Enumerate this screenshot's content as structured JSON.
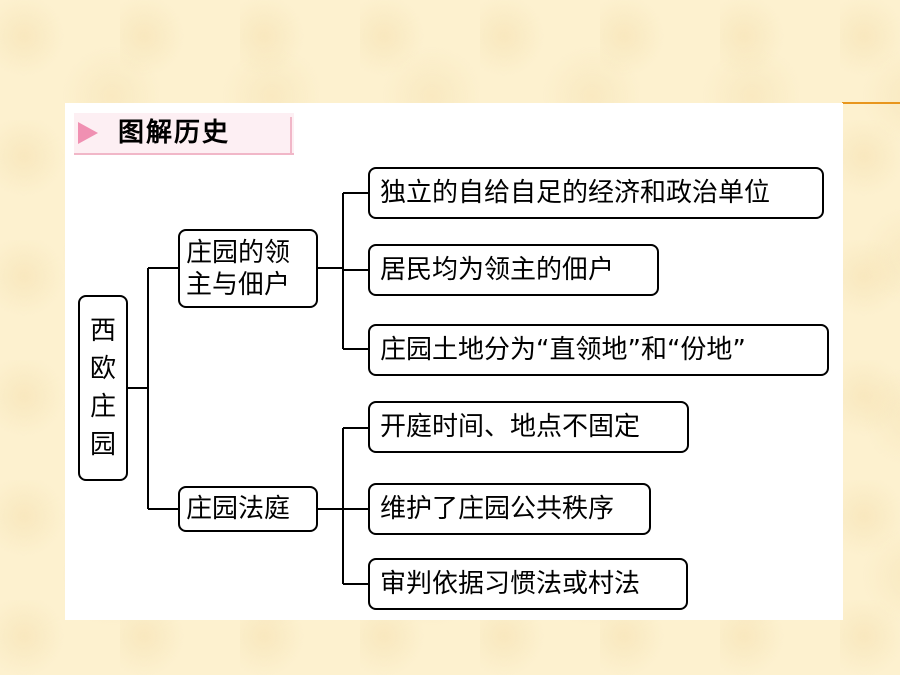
{
  "header": {
    "title": "图解历史"
  },
  "root": {
    "label": "西欧庄园"
  },
  "branches": [
    {
      "label": "庄园的领主与佃户",
      "leaves": [
        "独立的自给自足的经济和政治单位",
        "居民均为领主的佃户",
        "庄园土地分为“直领地”和“份地”"
      ]
    },
    {
      "label": "庄园法庭",
      "leaves": [
        "开庭时间、地点不固定",
        "维护了庄园公共秩序",
        "审判依据习惯法或村法"
      ]
    }
  ],
  "colors": {
    "accent": "#e8961e",
    "header_bg": "#fdeff3",
    "arrow": "#f090b2",
    "slide_bg": "#fdf1cf"
  }
}
